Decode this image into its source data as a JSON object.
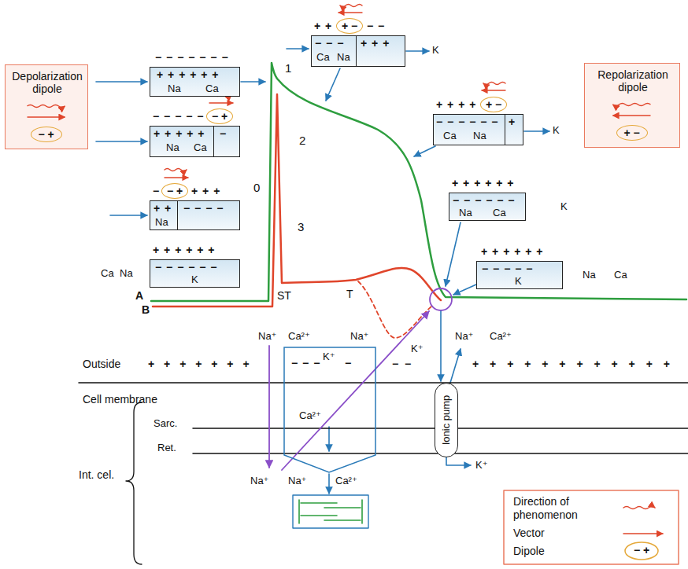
{
  "diagram": {
    "nodes": [
      {
        "text": [
          "Depolarization dipole"
        ]
      },
      {
        "text": [
          "− +"
        ],
        "in": 0
      },
      {
        "text": [
          "Repolarization dipole"
        ]
      },
      {
        "text": [
          "+ −"
        ],
        "in": 2
      },
      {
        "text": [
          "− − − − − − −",
          "+ + + + + +",
          "Na",
          "Ca"
        ]
      },
      {
        "text": [
          "− − − − −",
          "+ + + + +",
          "−",
          "Na",
          "Ca"
        ]
      },
      {
        "text": [
          "− +"
        ]
      },
      {
        "text": [
          "−",
          "+ + +",
          "+ +",
          "− − − −",
          "Na"
        ]
      },
      {
        "text": [
          "− +"
        ]
      },
      {
        "text": [
          "+ + + + + +",
          "− − − − − −",
          "K"
        ]
      },
      {
        "text": [
          "+ +",
          "− −",
          "− − −",
          "+ + +",
          "Ca",
          "Na"
        ]
      },
      {
        "text": [
          "+ −"
        ]
      },
      {
        "text": [
          "+ + + +",
          "− − − − − −",
          "+",
          "Ca",
          "Na"
        ]
      },
      {
        "text": [
          "+ −"
        ]
      },
      {
        "text": [
          "+ + + + + +",
          "− − − − − −",
          "Na",
          "Ca"
        ]
      },
      {
        "text": [
          "+ + + + + +",
          "− − − − −",
          "K"
        ]
      },
      {
        "text": [
          "− − −",
          "K⁺",
          "−",
          "Ca²⁺"
        ]
      },
      {
        "text": [
          "Ionic pump"
        ]
      }
    ],
    "labels": [
      "Ca",
      "Na",
      "K",
      "K",
      "K",
      "Na",
      "Ca",
      "1",
      "0",
      "2",
      "3",
      "A",
      "B",
      "ST",
      "T",
      "Na⁺",
      "Ca²⁺",
      "Na⁺",
      "K⁺",
      "Na⁺",
      "Ca²⁺",
      "Outside",
      "+ + + + + + +",
      "− −",
      "+ + + + + + + + + + + +",
      "Cell membrane",
      "Sarc.",
      "Ret.",
      "Int. cel.",
      "K⁺",
      "Na⁺",
      "Na⁺",
      "Ca²⁺",
      "− +"
    ],
    "legend": [
      {
        "text": "Direction of phenomenon"
      },
      {
        "text": "Vector"
      },
      {
        "text": "Dipole"
      }
    ]
  }
}
